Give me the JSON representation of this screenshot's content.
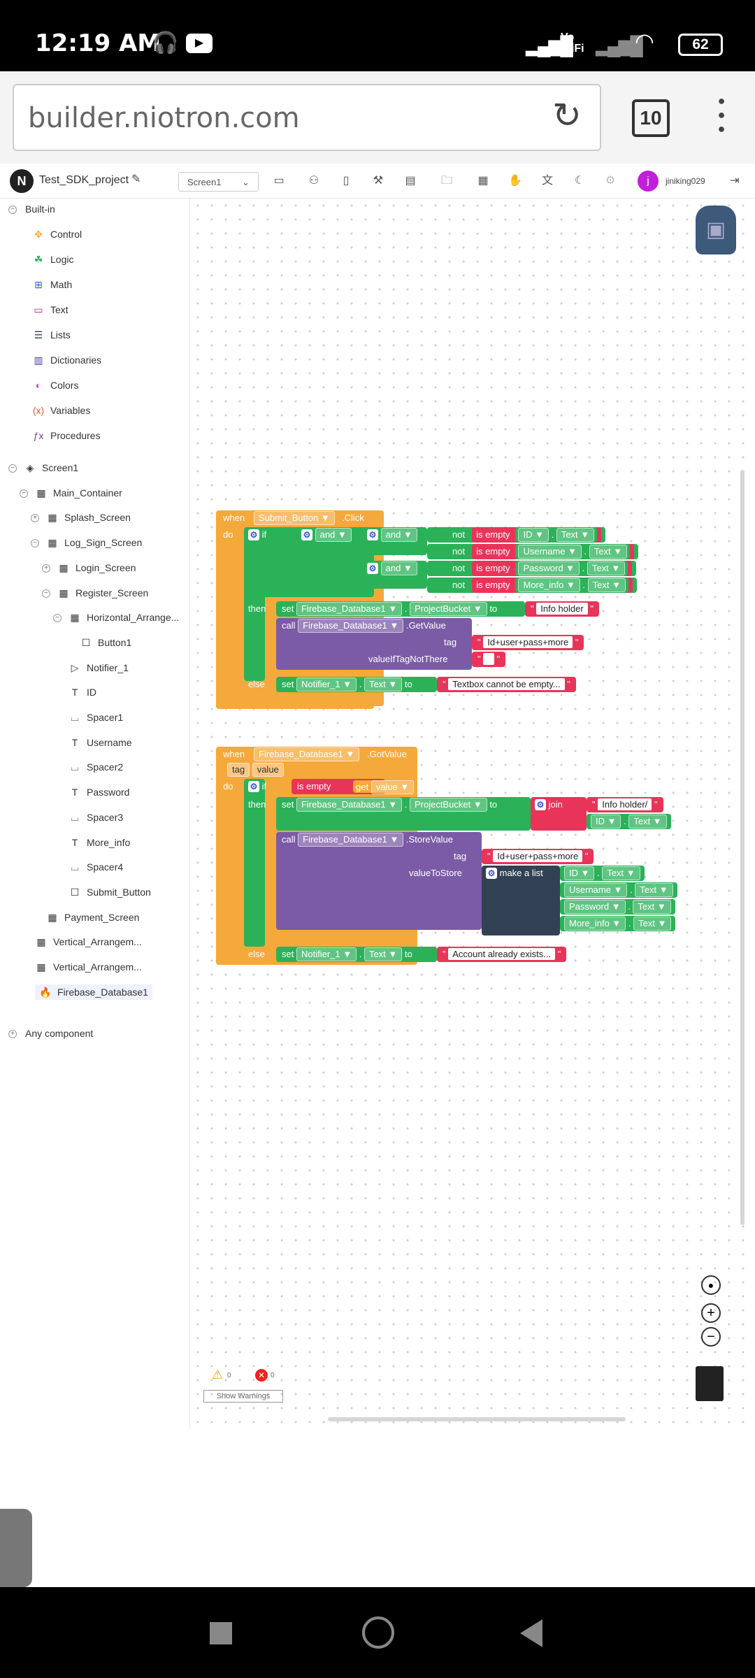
{
  "status": {
    "time": "12:19 AM",
    "network": "Vo WiFi",
    "battery": "62"
  },
  "browser": {
    "url": "builder.niotron.com",
    "tabs": "10"
  },
  "app": {
    "project": "Test_SDK_project",
    "screen": "Screen1",
    "user_initial": "j",
    "user": "jiniking029"
  },
  "sidebar": {
    "builtin": "Built-in",
    "builtin_items": [
      "Control",
      "Logic",
      "Math",
      "Text",
      "Lists",
      "Dictionaries",
      "Colors",
      "Variables",
      "Procedures"
    ],
    "tree": [
      {
        "label": "Screen1",
        "indent": 0,
        "icon": "layers-icon",
        "glyph": "◈"
      },
      {
        "label": "Main_Container",
        "indent": 1,
        "icon": "arrangement-icon",
        "glyph": "▦"
      },
      {
        "label": "Splash_Screen",
        "indent": 2,
        "icon": "arrangement-icon",
        "glyph": "▦"
      },
      {
        "label": "Log_Sign_Screen",
        "indent": 2,
        "icon": "arrangement-icon",
        "glyph": "▦"
      },
      {
        "label": "Login_Screen",
        "indent": 3,
        "icon": "arrangement-icon",
        "glyph": "▦"
      },
      {
        "label": "Register_Screen",
        "indent": 3,
        "icon": "arrangement-icon",
        "glyph": "▦"
      },
      {
        "label": "Horizontal_Arrange...",
        "indent": 4,
        "icon": "arrangement-icon",
        "glyph": "▦"
      },
      {
        "label": "Button1",
        "indent": 5,
        "icon": "button-icon",
        "glyph": "☐"
      },
      {
        "label": "Notifier_1",
        "indent": 4,
        "icon": "notifier-icon",
        "glyph": "▷"
      },
      {
        "label": "ID",
        "indent": 4,
        "icon": "textbox-icon",
        "glyph": "T"
      },
      {
        "label": "Spacer1",
        "indent": 4,
        "icon": "spacer-icon",
        "glyph": "⌴"
      },
      {
        "label": "Username",
        "indent": 4,
        "icon": "textbox-icon",
        "glyph": "T"
      },
      {
        "label": "Spacer2",
        "indent": 4,
        "icon": "spacer-icon",
        "glyph": "⌴"
      },
      {
        "label": "Password",
        "indent": 4,
        "icon": "textbox-icon",
        "glyph": "T"
      },
      {
        "label": "Spacer3",
        "indent": 4,
        "icon": "spacer-icon",
        "glyph": "⌴"
      },
      {
        "label": "More_info",
        "indent": 4,
        "icon": "textbox-icon",
        "glyph": "T"
      },
      {
        "label": "Spacer4",
        "indent": 4,
        "icon": "spacer-icon",
        "glyph": "⌴"
      },
      {
        "label": "Submit_Button",
        "indent": 4,
        "icon": "button-icon",
        "glyph": "☐"
      },
      {
        "label": "Payment_Screen",
        "indent": 2,
        "icon": "arrangement-icon",
        "glyph": "▦"
      },
      {
        "label": "Vertical_Arrangem...",
        "indent": 1,
        "icon": "arrangement-icon",
        "glyph": "▦"
      },
      {
        "label": "Vertical_Arrangem...",
        "indent": 1,
        "icon": "arrangement-icon",
        "glyph": "▦"
      },
      {
        "label": "Firebase_Database1",
        "indent": 1,
        "icon": "firebase-icon",
        "glyph": "🔥"
      }
    ],
    "any": "Any component"
  },
  "blocks": {
    "when": "when",
    "do": "do",
    "if": "if",
    "then": "then",
    "else": "else",
    "set": "set",
    "call": "call",
    "to": "to",
    "and": "and",
    "not": "not",
    "is_empty": "is empty",
    "dot": ".",
    "get": "get",
    "e1": {
      "component": "Submit_Button",
      "event": ".Click"
    },
    "conds": [
      {
        "c": "ID",
        "p": "Text"
      },
      {
        "c": "Username",
        "p": "Text"
      },
      {
        "c": "Password",
        "p": "Text"
      },
      {
        "c": "More_info",
        "p": "Text"
      }
    ],
    "fb": "Firebase_Database1",
    "bucket": "ProjectBucket",
    "info": "Info holder",
    "getvalue": ".GetValue",
    "tag": "tag",
    "tagval": "Id+user+pass+more",
    "viftag": "valueIfTagNotThere",
    "notifier": "Notifier_1",
    "textprop": "Text",
    "err1": "Textbox cannot be empty...",
    "e2": {
      "event": ".GotValue",
      "p1": "tag",
      "p2": "value"
    },
    "value": "value",
    "join": "join",
    "info2": "Info holder/",
    "storevalue": ".StoreValue",
    "vts": "valueToStore",
    "makelist": "make a list",
    "err2": "Account already exists..."
  },
  "warnings": {
    "w": "0",
    "e": "0",
    "show": "Show Warnings"
  }
}
